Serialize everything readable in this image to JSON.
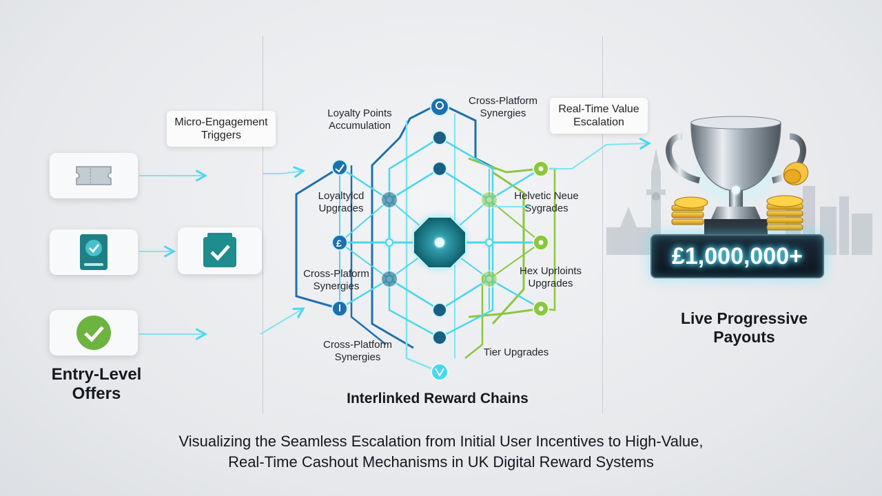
{
  "caption": {
    "line1": "Visualizing the Seamless Escalation from Initial User Incentives to High-Value,",
    "line2": "Real-Time Cashout Mechanisms in UK Digital Reward Systems"
  },
  "left_section": {
    "title_line1": "Entry-Level",
    "title_line2": "Offers",
    "trigger_label_line1": "Micro-Engagement",
    "trigger_label_line2": "Triggers",
    "card_icons": [
      "ticket-icon",
      "tablet-check-icon",
      "check-circle-icon"
    ],
    "card_colors": [
      "#9aa4ad",
      "#1f7f86",
      "#6db33f"
    ]
  },
  "middle_section": {
    "title": "Interlinked Reward Chains",
    "labels": {
      "loyalty_points_1": "Loyalty Points",
      "loyalty_points_2": "Accumulation",
      "cross_top_1": "Cross-Platform",
      "cross_top_2": "Synergies",
      "loyaltylcd_1": "Loyaltylcd",
      "loyaltylcd_2": "Upgrades",
      "helvetic_1": "Helvetic Neue",
      "helvetic_2": "Sygrades",
      "cross_mid_1": "Cross-Plaform",
      "cross_mid_2": "Synergies",
      "hex_1": "Hex Uprloints",
      "hex_2": "Upgrades",
      "cross_bottom_1": "Cross-Platform",
      "cross_bottom_2": "Synergies",
      "tier": "Tier Upgrades"
    },
    "colors": {
      "cyan": "#4ad7ec",
      "blue": "#1e6fae",
      "green": "#8cc63f",
      "teal": "#1c8c96"
    }
  },
  "right_section": {
    "value_label_1": "Real-Time Value",
    "value_label_2": "Escalation",
    "prize_amount": "£1,000,000+",
    "title_line1": "Live Progressive",
    "title_line2": "Payouts",
    "icons": [
      "trophy-icon",
      "coin-stack-icon",
      "city-skyline-icon"
    ]
  }
}
